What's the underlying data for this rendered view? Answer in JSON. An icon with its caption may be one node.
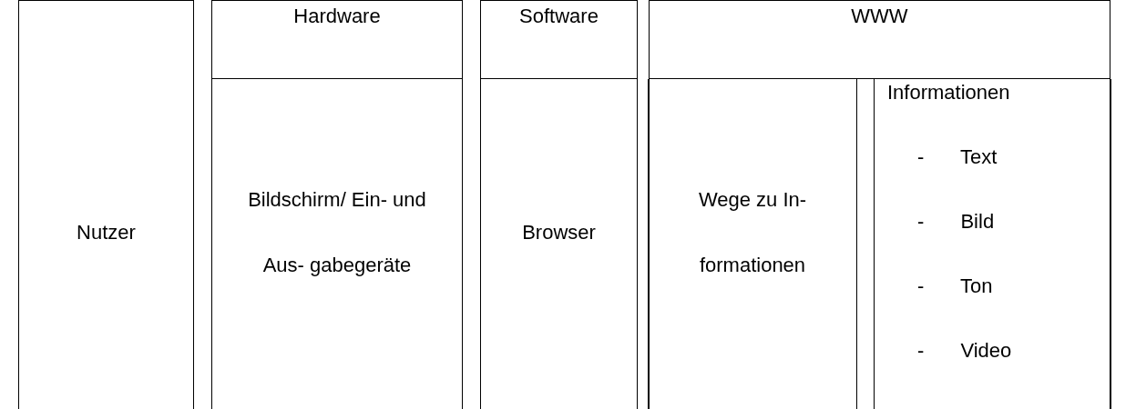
{
  "diagram": {
    "nodes": [
      {
        "text": [
          "Nutzer"
        ]
      },
      {
        "text": [
          "Hardware",
          "Bildschirm/ Ein- und Aus- gabegeräte"
        ]
      },
      {
        "text": [
          "Software",
          "Browser"
        ]
      },
      {
        "text": [
          "WWW"
        ]
      },
      {
        "text": [
          "Wege zu In- formationen"
        ],
        "in": 3
      },
      {
        "text": [
          "Informationen",
          "- Text",
          "- Bild",
          "- Ton",
          "- Video"
        ],
        "in": 3
      }
    ]
  }
}
